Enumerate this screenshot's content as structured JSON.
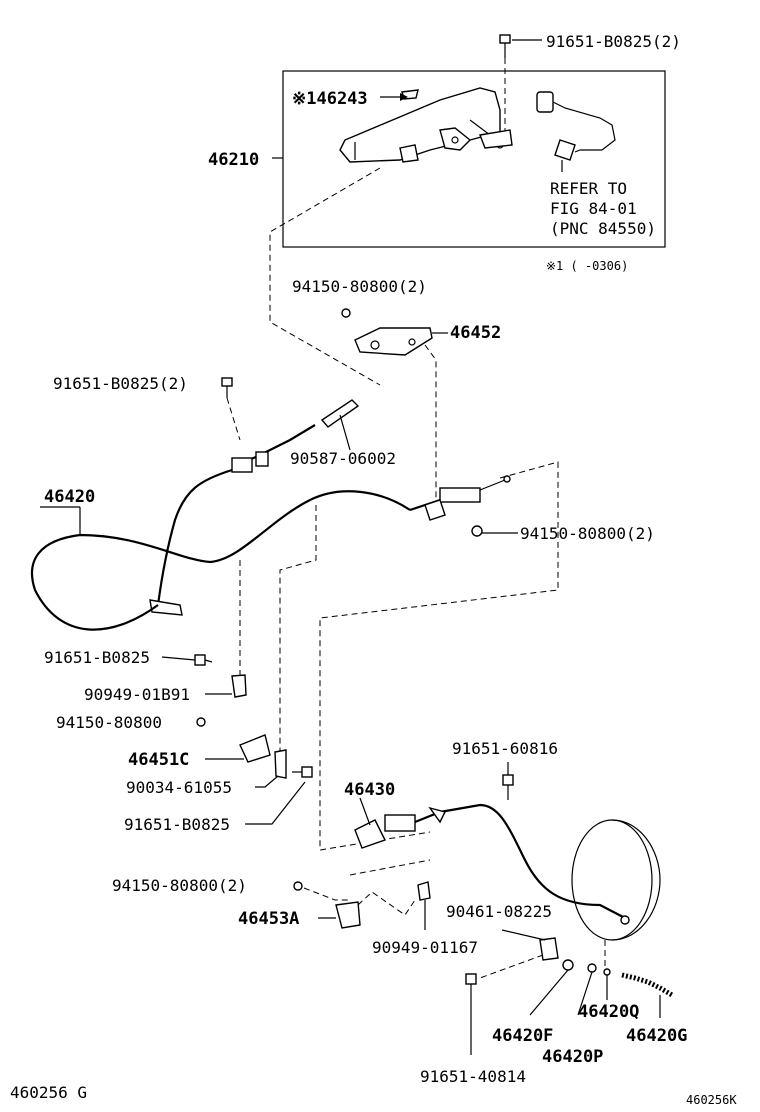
{
  "labels": {
    "p_91651_B0825_2_top": "91651-B0825(2)",
    "p_46243": "※146243",
    "p_46210": "46210",
    "refer_1": "REFER TO",
    "refer_2": "FIG 84-01",
    "refer_3": "(PNC 84550)",
    "note_range": "※1 (    -0306)",
    "p_94150_80800_2_a": "94150-80800(2)",
    "p_46452": "46452",
    "p_91651_B0825_2_mid": "91651-B0825(2)",
    "p_90587_06002": "90587-06002",
    "p_46420": "46420",
    "p_94150_80800_2_b": "94150-80800(2)",
    "p_91651_B0825_a": "91651-B0825",
    "p_90949_01B91": "90949-01B91",
    "p_94150_80800": "94150-80800",
    "p_46451C": "46451C",
    "p_90034_61055": "90034-61055",
    "p_91651_B0825_b": "91651-B0825",
    "p_91651_60816": "91651-60816",
    "p_46430": "46430",
    "p_94150_80800_2_c": "94150-80800(2)",
    "p_46453A": "46453A",
    "p_90949_01167": "90949-01167",
    "p_90461_08225": "90461-08225",
    "p_46420Q": "46420Q",
    "p_46420F": "46420F",
    "p_46420G": "46420G",
    "p_46420P": "46420P",
    "p_91651_40814": "91651-40814",
    "footer_left": "460256 G",
    "footer_right": "460256K"
  }
}
